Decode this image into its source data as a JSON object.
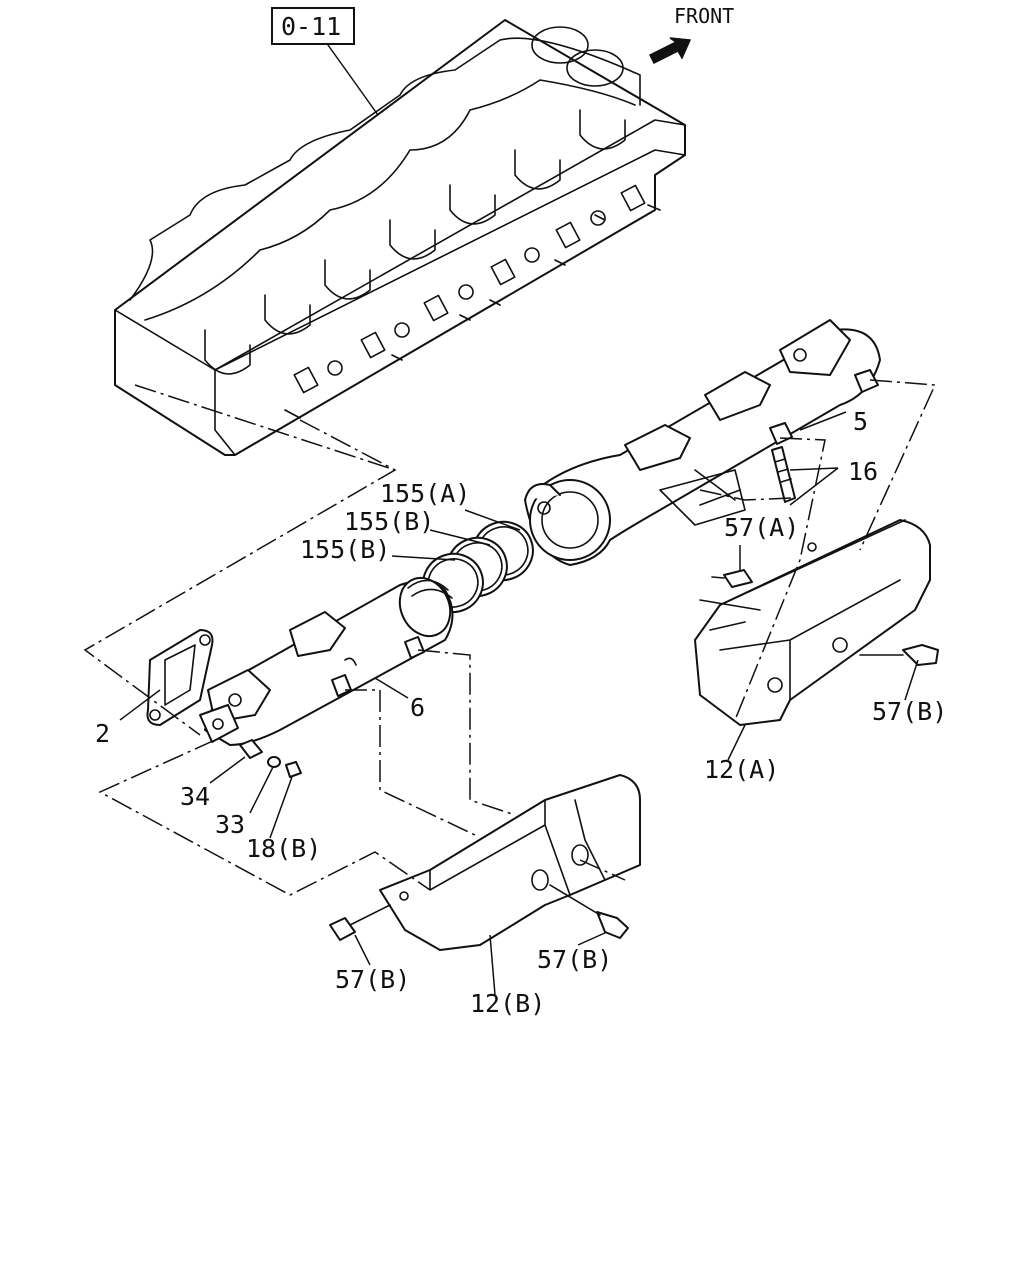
{
  "reference": "0-11",
  "direction": "FRONT",
  "callouts": {
    "p2": "2",
    "p5": "5",
    "p6": "6",
    "p16": "16",
    "p155a": "155(A)",
    "p155b_upper": "155(B)",
    "p155b_lower": "155(B)",
    "p57a": "57(A)",
    "p57b_right": "57(B)",
    "p57b_center": "57(B)",
    "p57b_left": "57(B)",
    "p12a": "12(A)",
    "p12b": "12(B)",
    "p34": "34",
    "p33": "33",
    "p18b": "18(B)"
  },
  "colors": {
    "ink": "#111111",
    "paper": "#ffffff"
  }
}
